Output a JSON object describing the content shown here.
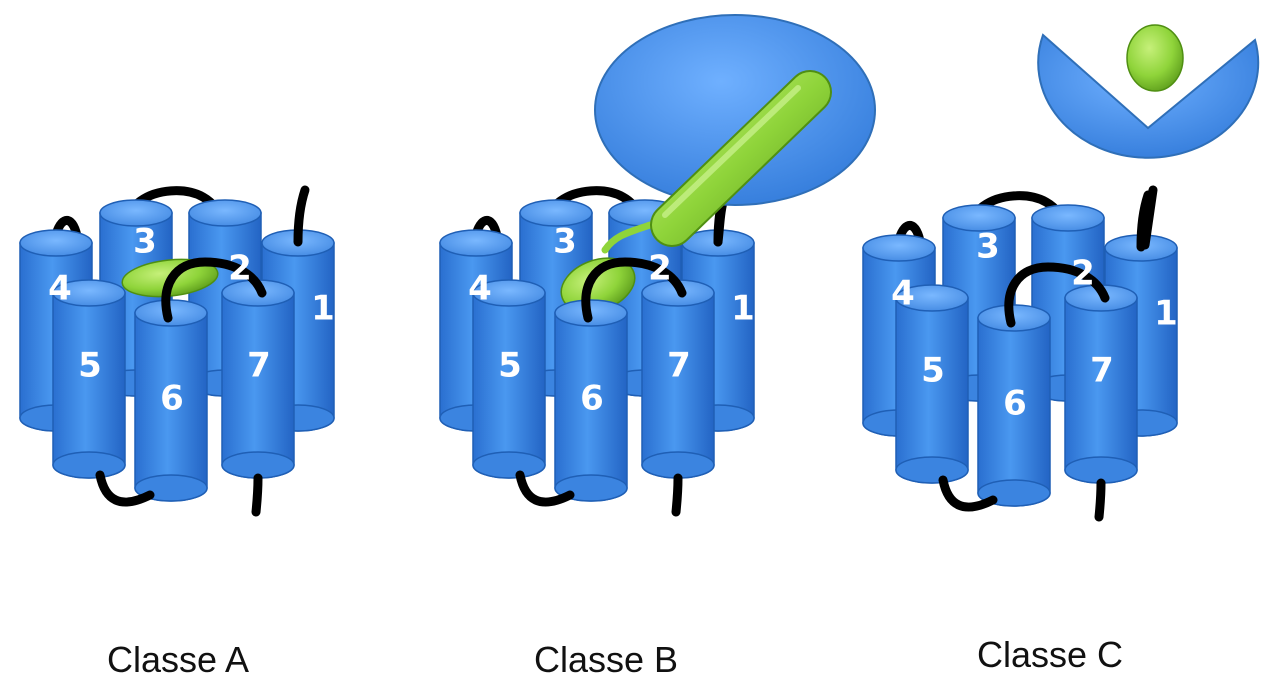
{
  "colors": {
    "helix": "#3f8be6",
    "helix_dark": "#1f5fb5",
    "helix_light": "#8cc2ff",
    "ligand": "#8fd43a",
    "ligand_dark": "#4f8f12",
    "loop": "#000000"
  },
  "panels": [
    {
      "caption": "Classe A",
      "helices": [
        {
          "label": "1"
        },
        {
          "label": "2"
        },
        {
          "label": "3"
        },
        {
          "label": "4"
        },
        {
          "label": "5"
        },
        {
          "label": "6"
        },
        {
          "label": "7"
        }
      ]
    },
    {
      "caption": "Classe B",
      "helices": [
        {
          "label": "1"
        },
        {
          "label": "2"
        },
        {
          "label": "3"
        },
        {
          "label": "4"
        },
        {
          "label": "5"
        },
        {
          "label": "6"
        },
        {
          "label": "7"
        }
      ]
    },
    {
      "caption": "Classe C",
      "helices": [
        {
          "label": "1"
        },
        {
          "label": "2"
        },
        {
          "label": "3"
        },
        {
          "label": "4"
        },
        {
          "label": "5"
        },
        {
          "label": "6"
        },
        {
          "label": "7"
        }
      ]
    }
  ]
}
